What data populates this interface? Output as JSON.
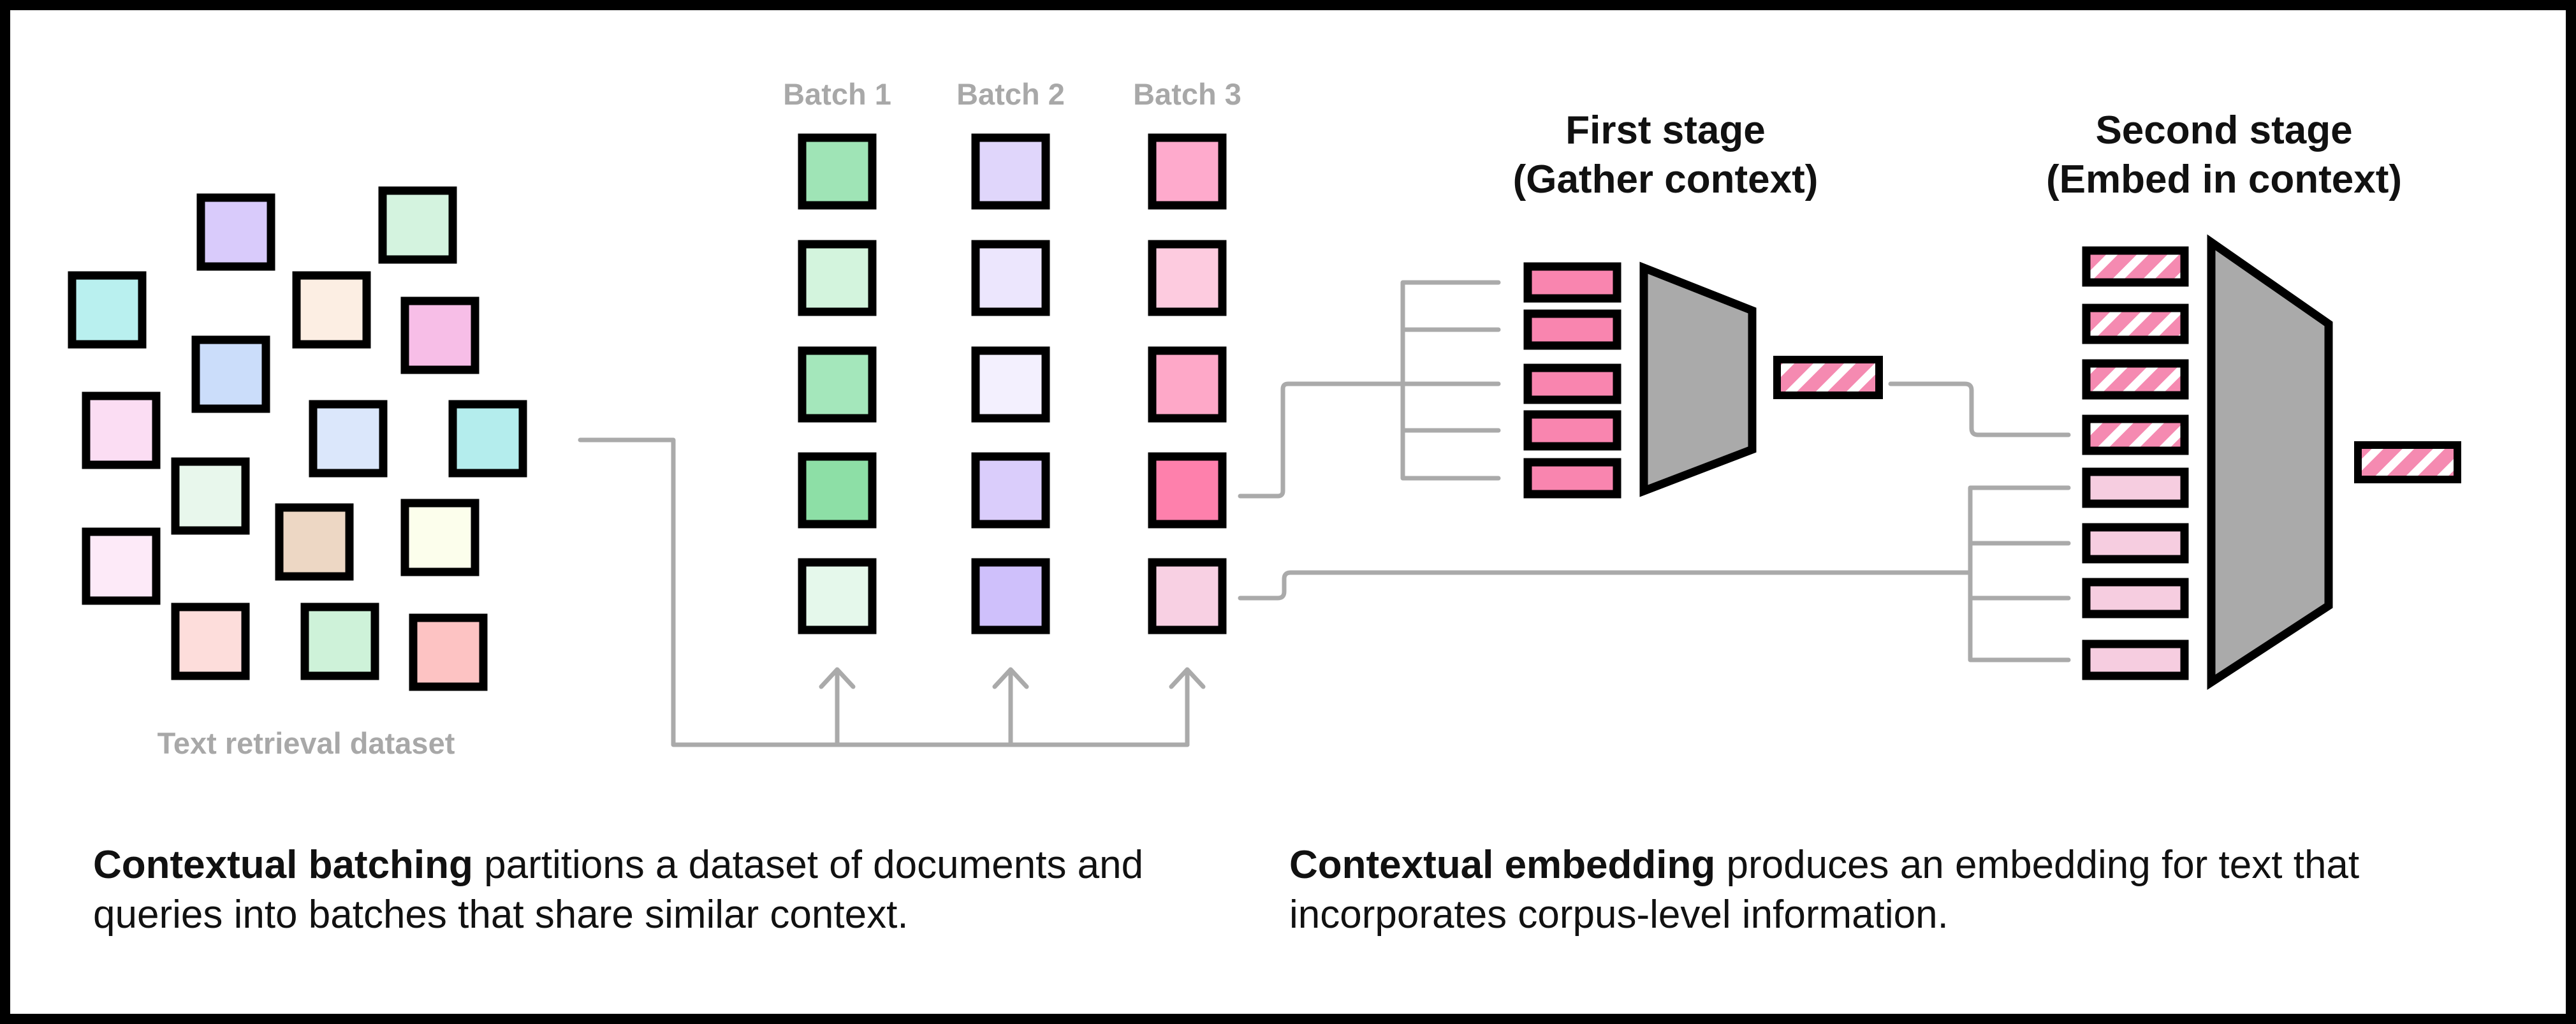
{
  "dataset": {
    "label": "Text retrieval dataset",
    "items": [
      {
        "fill": "#D9CBFB"
      },
      {
        "fill": "#D4F3DF"
      },
      {
        "fill": "#B9F0EF"
      },
      {
        "fill": "#FCEEE3"
      },
      {
        "fill": "#F7BEE7"
      },
      {
        "fill": "#CBDDFA"
      },
      {
        "fill": "#FBDDF3"
      },
      {
        "fill": "#DBE7FB"
      },
      {
        "fill": "#B4EDED"
      },
      {
        "fill": "#E8F7EC"
      },
      {
        "fill": "#EDD7C4"
      },
      {
        "fill": "#FCFEEC"
      },
      {
        "fill": "#FDEAF8"
      },
      {
        "fill": "#FDDDDB"
      },
      {
        "fill": "#CEF2D9"
      },
      {
        "fill": "#FDC3C3"
      }
    ]
  },
  "batches": [
    {
      "label": "Batch 1",
      "fills": [
        "#9FE4B6",
        "#D3F4DD",
        "#A4E7BB",
        "#8DDFA6",
        "#E5F8EB"
      ]
    },
    {
      "label": "Batch 2",
      "fills": [
        "#E0D6FB",
        "#ECE6FD",
        "#F3F0FE",
        "#DACDFB",
        "#CFC0FB"
      ]
    },
    {
      "label": "Batch 3",
      "fills": [
        "#FEAACC",
        "#FDCBDF",
        "#FEA8C8",
        "#FE80AC",
        "#F8D0E3"
      ]
    }
  ],
  "stages": {
    "first": {
      "title_line1": "First stage",
      "title_line2": "(Gather context)"
    },
    "second": {
      "title_line1": "Second stage",
      "title_line2": "(Embed in context)"
    }
  },
  "captions": {
    "left_bold": "Contextual batching",
    "left_rest": " partitions a dataset of documents and queries into batches that share similar context.",
    "right_bold": "Contextual embedding",
    "right_rest": " produces an embedding for text that incorporates corpus-level information."
  },
  "colors": {
    "frame": "#000000",
    "connector": "#AAAAAA",
    "muted_text": "#A8A8A8",
    "encoder": "#AAAAAA",
    "token_pink": "#F985AF",
    "token_light_pink": "#F6CDE0",
    "hatch_pink": "#F58AB1"
  }
}
